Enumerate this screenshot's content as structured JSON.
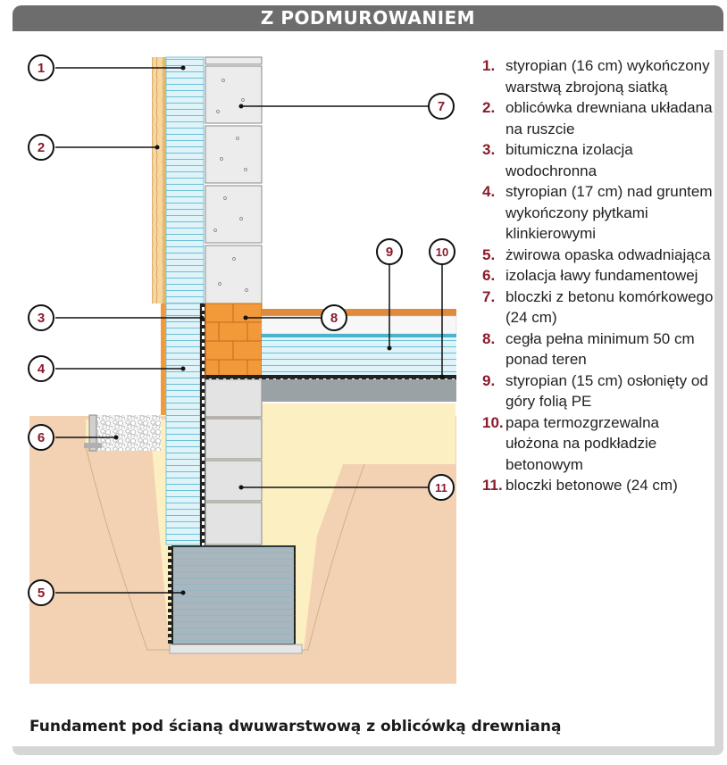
{
  "header": {
    "title": "Z PODMUROWANIEM"
  },
  "caption": "Fundament pod ścianą dwuwarstwową z oblicówką drewnianą",
  "legend": [
    {
      "num": "1.",
      "text": "styropian (16 cm) wykończony warstwą zbrojoną siatką"
    },
    {
      "num": "2.",
      "text": "oblicówka drewniana układana na ruszcie"
    },
    {
      "num": "3.",
      "text": "bitumiczna izolacja wodochronna"
    },
    {
      "num": "4.",
      "text": "styropian (17 cm) nad gruntem wykończony płytkami klinkierowymi"
    },
    {
      "num": "5.",
      "text": "żwirowa opaska odwadniająca"
    },
    {
      "num": "6.",
      "text": "izolacja ławy fundamentowej"
    },
    {
      "num": "7.",
      "text": "bloczki z betonu komórkowego (24 cm)"
    },
    {
      "num": "8.",
      "text": "cegła pełna minimum 50 cm ponad teren"
    },
    {
      "num": "9.",
      "text": "styropian (15 cm) osłonięty od góry folią PE"
    },
    {
      "num": "10.",
      "text": "papa termozgrzewalna ułożona na podkładzie betonowym"
    },
    {
      "num": "11.",
      "text": "bloczki betonowe (24 cm)"
    }
  ],
  "callouts": {
    "c1": "1",
    "c2": "2",
    "c3": "3",
    "c4": "4",
    "c5": "5",
    "c6": "6",
    "c7": "7",
    "c8": "8",
    "c9": "9",
    "c10": "10",
    "c11": "11"
  },
  "colors": {
    "soil": "#f3d2b3",
    "sand": "#fcf0c2",
    "styrofoam": "#dff3f8",
    "brick": "#f29a3a",
    "aerated_block": "#e6e6e6",
    "concrete_block": "#e3e3e3",
    "footing": "#a9b6bd",
    "concrete_base": "#9ba2a6",
    "callout_red": "#8b1a2b"
  }
}
